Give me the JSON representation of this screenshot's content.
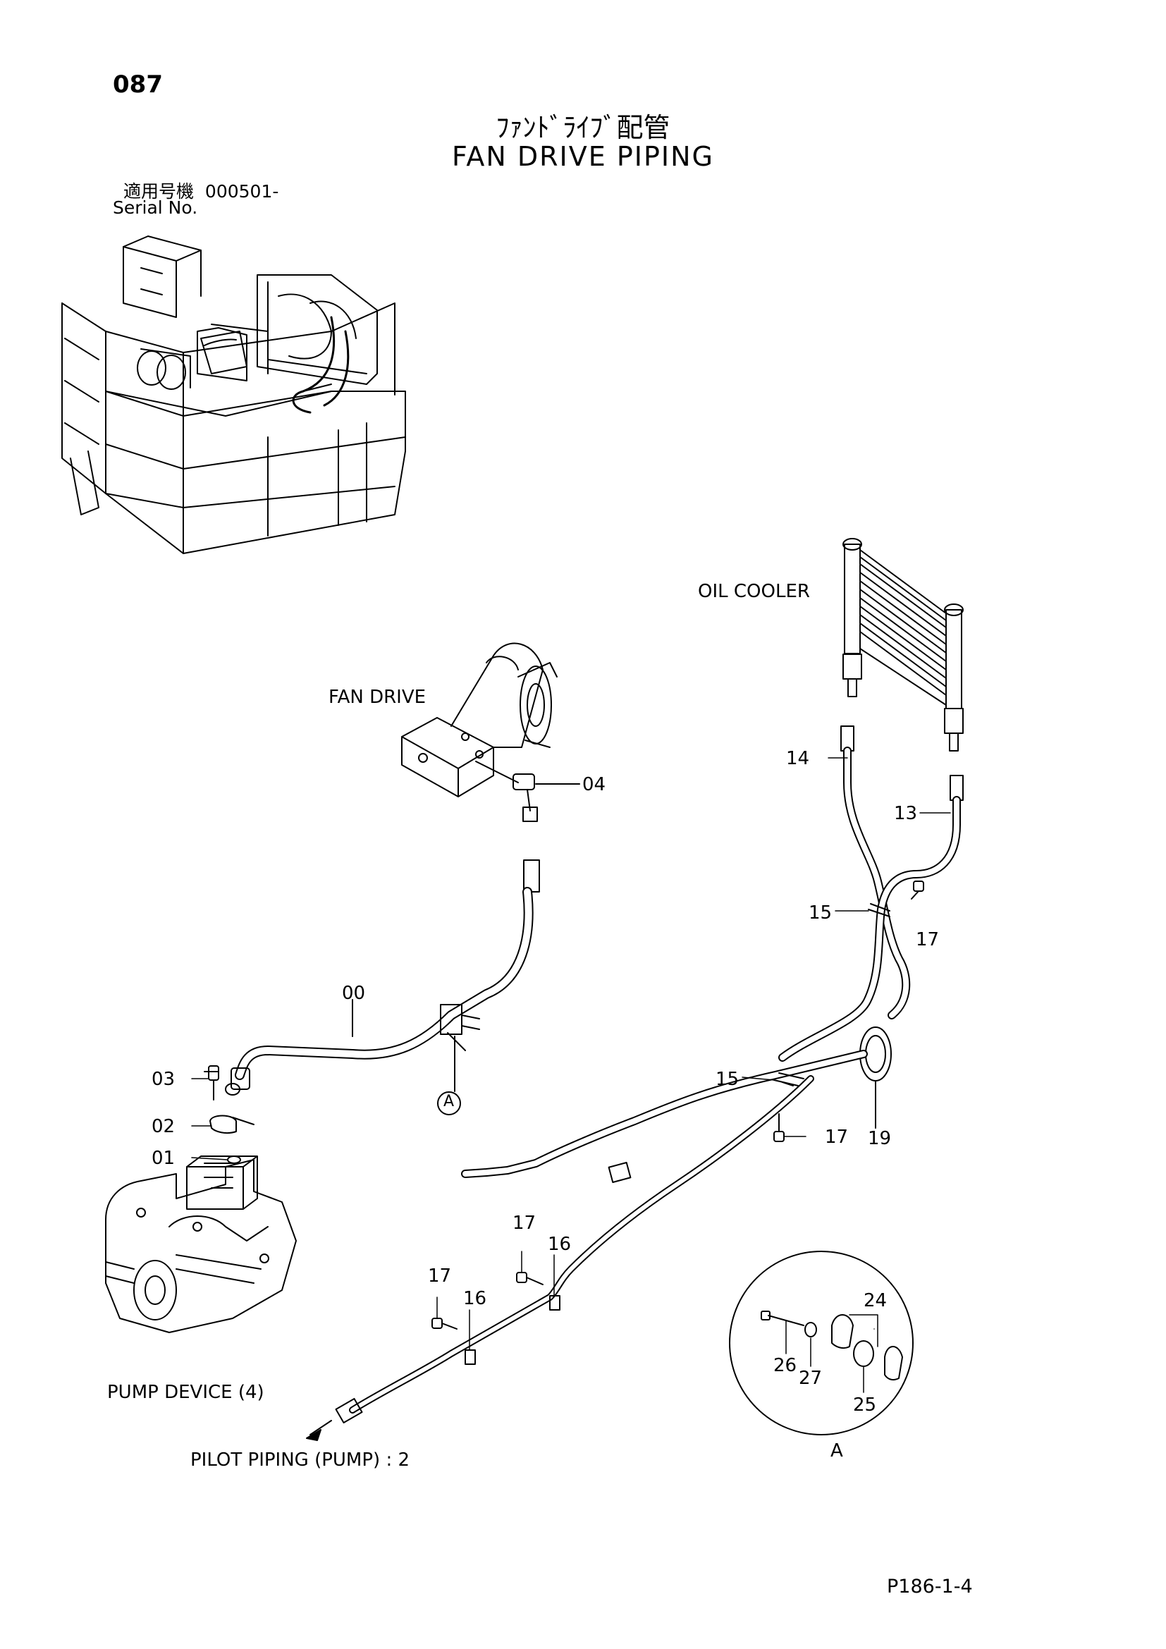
{
  "header": {
    "page_number": "087",
    "title_jp": "ﾌｧﾝﾄﾞﾗｲﾌﾞ配管",
    "title_en": "FAN DRIVE PIPING",
    "serial_label_jp": "適用号機",
    "serial_value": "000501-",
    "serial_label_en": "Serial No."
  },
  "labels": {
    "oil_cooler": "OIL COOLER",
    "fan_drive": "FAN DRIVE",
    "pump_device": "PUMP DEVICE (4)",
    "pilot_piping": "PILOT PIPING (PUMP) : 2",
    "detail_view": "A",
    "detail_marker": "A"
  },
  "callouts": {
    "c00": "00",
    "c01": "01",
    "c02": "02",
    "c03": "03",
    "c04": "04",
    "c13": "13",
    "c14": "14",
    "c15a": "15",
    "c15b": "15",
    "c16a": "16",
    "c16b": "16",
    "c17a": "17",
    "c17b": "17",
    "c17c": "17",
    "c17d": "17",
    "c19": "19",
    "c24": "24",
    "c25": "25",
    "c26": "26",
    "c27": "27"
  },
  "footer": {
    "reference": "P186-1-4"
  }
}
